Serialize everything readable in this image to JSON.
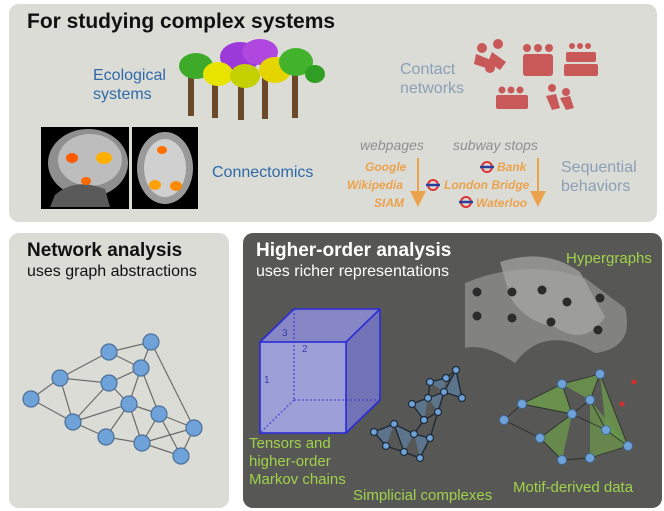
{
  "top": {
    "title": "For studying complex systems",
    "ecological": "Ecological\nsystems",
    "contact": "Contact\nnetworks",
    "connectomics": "Connectomics",
    "sequential": "Sequential\nbehaviors",
    "webpages_header": "webpages",
    "subway_header": "subway stops",
    "webpages": [
      "Google",
      "Wikipedia",
      "SIAM"
    ],
    "stops": [
      "Bank",
      "London Bridge",
      "Waterloo"
    ]
  },
  "network": {
    "title": "Network analysis",
    "subtitle": "uses graph abstractions"
  },
  "higher": {
    "title": "Higher-order analysis",
    "subtitle": "uses richer representations",
    "hypergraphs": "Hypergraphs",
    "tensors": "Tensors and\nhigher-order\nMarkov chains",
    "tensor_axes": [
      "1",
      "2",
      "3"
    ],
    "simplicial": "Simplicial complexes",
    "motif": "Motif-derived data"
  },
  "colors": {
    "panel_light": "#dcdcd7",
    "panel_dark": "#575855",
    "node_blue": "#6fa2d9",
    "label_green": "#9fd24a",
    "accent_orange": "#eba24d",
    "label_blue": "#2f6aa8"
  }
}
